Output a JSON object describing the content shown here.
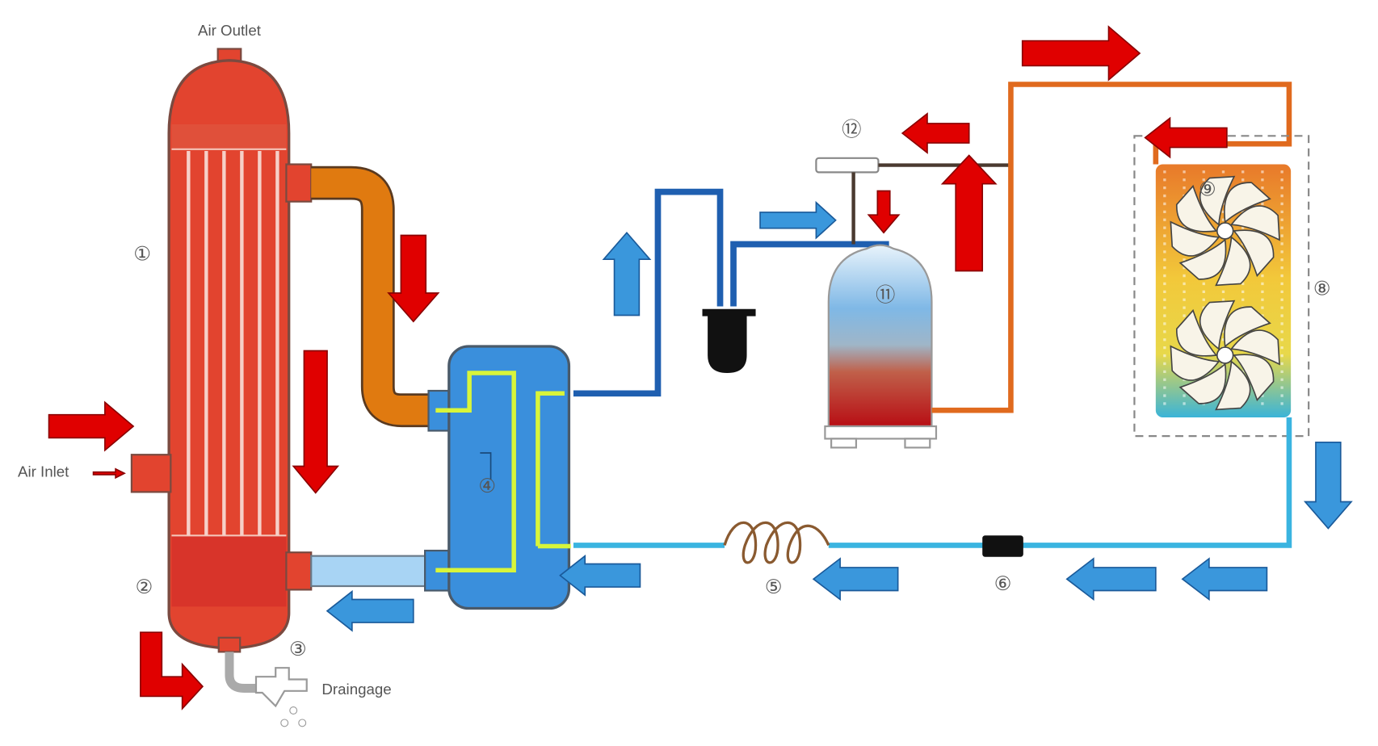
{
  "labels": {
    "air_outlet": "Air Outlet",
    "air_inlet": "Air Inlet",
    "draingage": "Draingage"
  },
  "components": {
    "c1": "①",
    "c2": "②",
    "c3": "③",
    "c4": "④",
    "c5": "⑤",
    "c6": "⑥",
    "c8": "⑧",
    "c9": "⑨",
    "c11": "⑪",
    "c12": "⑫"
  },
  "colors": {
    "hot_arrow": "#e00000",
    "cold_arrow": "#3a97dc",
    "vessel": "#e2442f",
    "hot_gas_pipe": "#e06a1e",
    "orange_pipe": "#e07a10",
    "heat_exchanger": "#3a8fdc",
    "flow_marker": "#d8f53a",
    "liquid_line": "#3ab4e0",
    "suction_line": "#1f5fb0"
  }
}
